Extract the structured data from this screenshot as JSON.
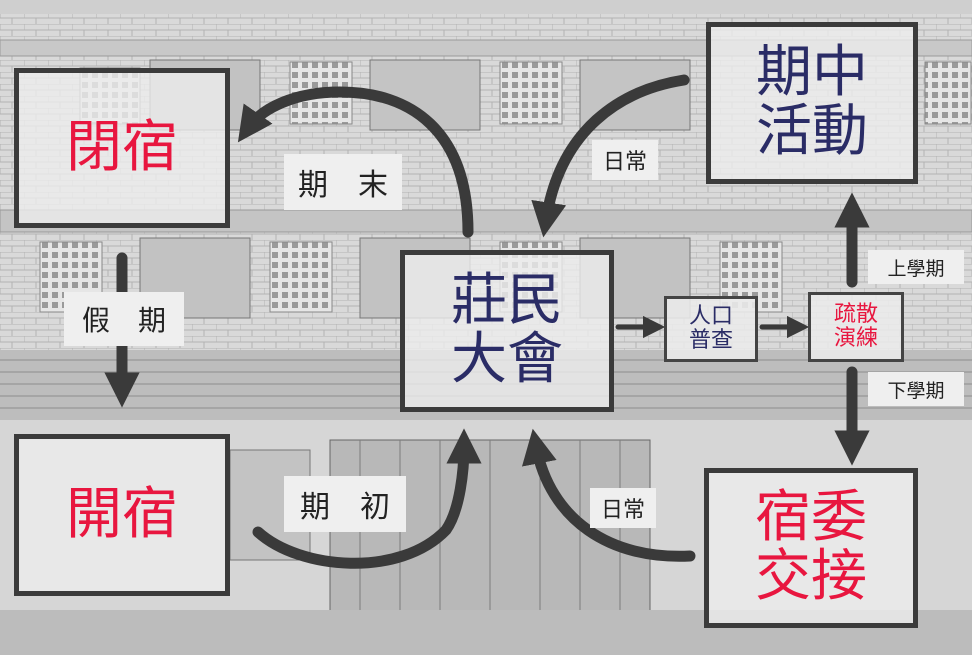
{
  "nodes": {
    "closed_top": "閉宿",
    "mid_activity": "期中\n活動",
    "assembly": "莊民\n大會",
    "open_bottom": "開宿",
    "handover": "宿委\n交接",
    "census": "人口\n普查",
    "drill": "疏散\n演練"
  },
  "labels": {
    "term_end": "期　末",
    "daily_top": "日常",
    "vacation": "假　期",
    "term_start": "期　初",
    "daily_bottom": "日常",
    "first_semester": "上學期",
    "second_semester": "下學期"
  },
  "colors": {
    "red": "#e8163f",
    "navy": "#2a2c66",
    "arrow": "#3a3a3a"
  }
}
